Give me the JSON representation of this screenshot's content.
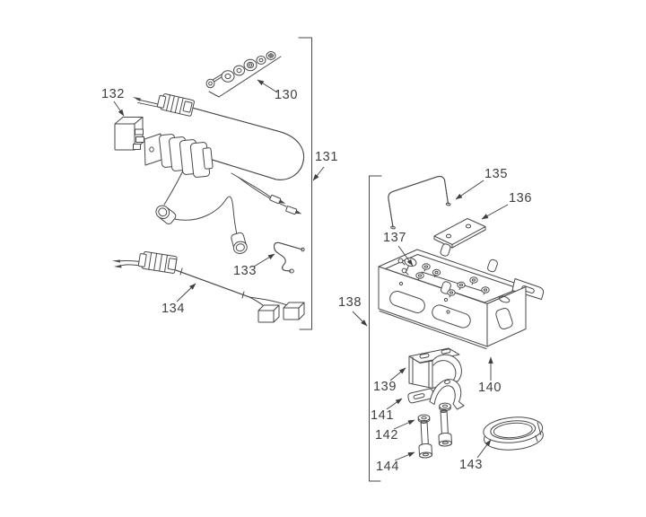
{
  "figure": {
    "type": "exploded-parts-diagram",
    "background_color": "#ffffff",
    "line_color": "#4a4a4a",
    "groups": [
      {
        "bracket": "131",
        "contains": [
          "130",
          "132",
          "133",
          "134"
        ]
      },
      {
        "bracket": "138",
        "contains": [
          "135",
          "136",
          "137",
          "139",
          "140",
          "141",
          "142",
          "143",
          "144"
        ]
      }
    ]
  },
  "callouts": {
    "130": "130",
    "131": "131",
    "132": "132",
    "133": "133",
    "134": "134",
    "135": "135",
    "136": "136",
    "137": "137",
    "138": "138",
    "139": "139",
    "140": "140",
    "141": "141",
    "142": "142",
    "143": "143",
    "144": "144"
  }
}
